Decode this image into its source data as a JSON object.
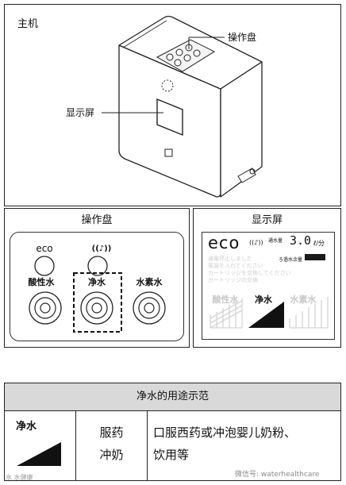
{
  "unit_panel": {
    "title": "主机",
    "control_label": "操作盘",
    "display_label": "显示屏"
  },
  "control_panel": {
    "title": "操作盘",
    "eco_label": "eco",
    "acid_label": "酸性水",
    "pure_label": "净水",
    "hydrogen_label": "水素水"
  },
  "display_panel": {
    "title": "显示屏",
    "eco_text": "eco",
    "flow_label": "通水量",
    "flow_value": "3.0",
    "flow_unit": "ℓ/分",
    "filter_label": "ろ過水余量",
    "faint_lines": [
      "通電停止しました",
      "電源を入れてください",
      "カートリッジを交換してください",
      "カートリッジの交換"
    ],
    "acid_label": "酸性水",
    "pure_label": "净水",
    "hydrogen_label": "水素水"
  },
  "usage_table": {
    "header": "净水的用途示范",
    "level_label": "净水",
    "category_line1": "服药",
    "category_line2": "冲奶",
    "description_line1": "口服西药或冲泡婴儿奶粉、",
    "description_line2": "饮用等"
  },
  "watermark": {
    "left": "水 水健康",
    "right": "微信号: waterhealthcare"
  },
  "colors": {
    "line": "#222222",
    "filter_bar": "#1a1a1a",
    "faint": "#cfcfcf"
  }
}
